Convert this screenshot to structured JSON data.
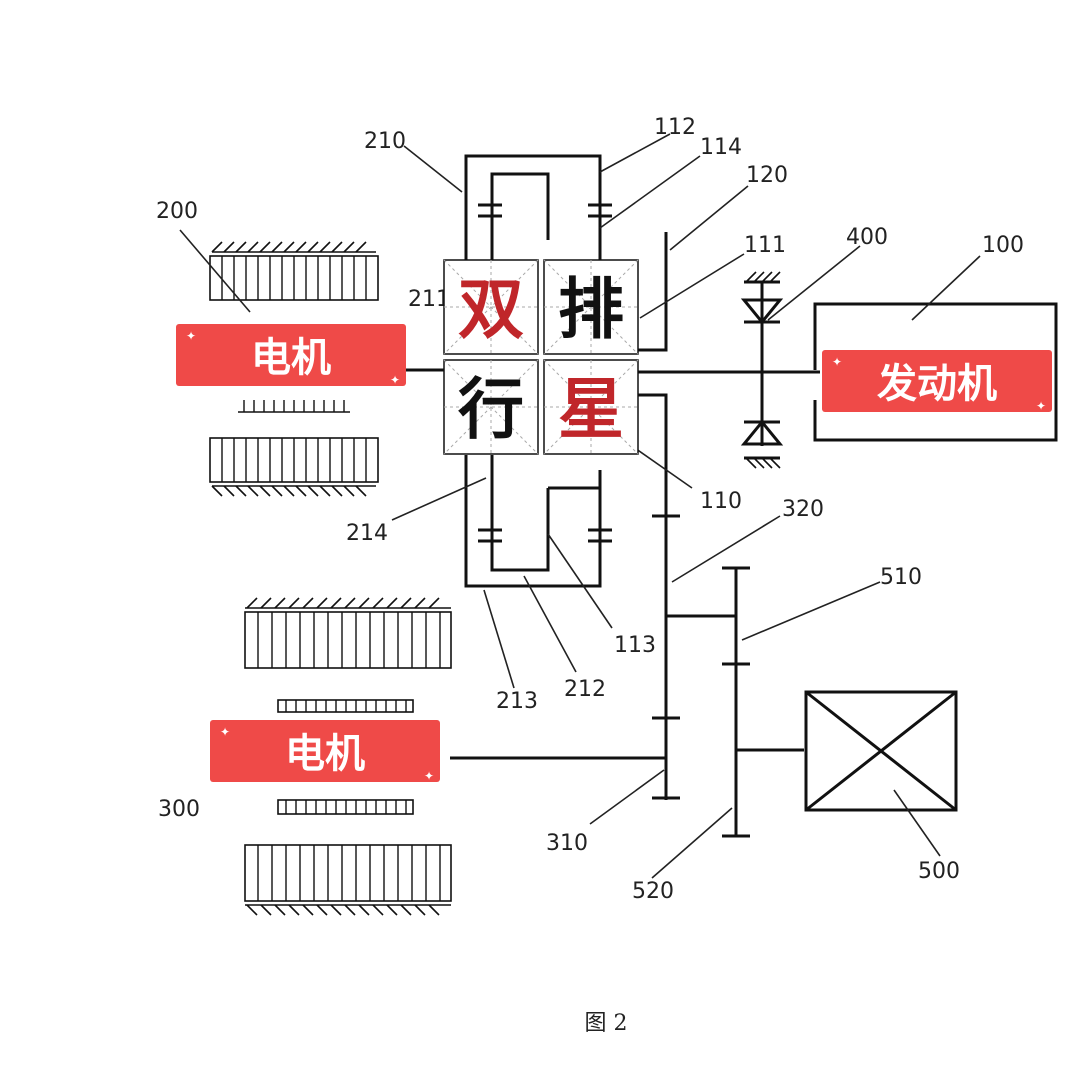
{
  "colors": {
    "accent_red": "#ef4a48",
    "char_red": "#c0262a",
    "char_black": "#111111",
    "line": "#111111"
  },
  "labels": {
    "motor_top": "电机",
    "motor_bottom": "电机",
    "engine": "发动机"
  },
  "title_tiles": [
    "双",
    "排",
    "行",
    "星"
  ],
  "callouts": [
    "210",
    "112",
    "114",
    "120",
    "111",
    "400",
    "100",
    "200",
    "211",
    "110",
    "214",
    "320",
    "510",
    "113",
    "212",
    "213",
    "300",
    "310",
    "520",
    "500"
  ],
  "caption": "图 2"
}
